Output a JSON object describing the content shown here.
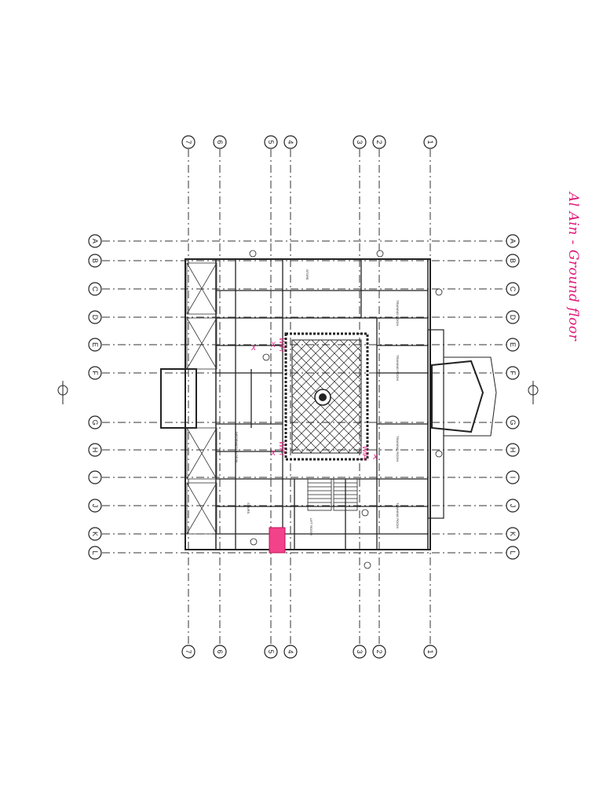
{
  "annotation": "Al Ain - Ground floor",
  "grid": {
    "numbers": [
      "7",
      "6",
      "5",
      "4",
      "3",
      "2",
      "1"
    ],
    "letters": [
      "A",
      "B",
      "C",
      "D",
      "E",
      "F",
      "G",
      "H",
      "I",
      "J",
      "K",
      "L"
    ]
  },
  "rooms": {
    "training_1": "TRAINING ROOM",
    "training_2": "TRAINING ROOM",
    "training_3": "TRAINING ROOM",
    "training_4": "TRAINING ROOM",
    "store": "STORE",
    "information": "INFORMATION DESK",
    "lift": "LIFT ROOM",
    "stairs": "STAIRS"
  },
  "markups": {
    "wifi_1": "WiFi",
    "wifi_2": "WiFi",
    "wifi_3": "WiFi",
    "x_mark": "X"
  },
  "colors": {
    "ink": "#222222",
    "markup": "#e0177a",
    "highlight": "#f2428a"
  }
}
